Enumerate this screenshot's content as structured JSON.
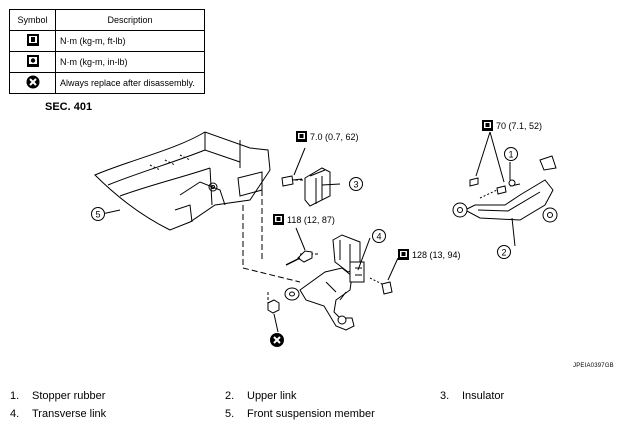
{
  "legend": {
    "header_symbol": "Symbol",
    "header_description": "Description",
    "rows": [
      {
        "icon": "torque-wrench-icon",
        "description": "N·m (kg-m, ft-lb)"
      },
      {
        "icon": "torque-wrench-inlb-icon",
        "description": "N·m (kg-m, in-lb)"
      },
      {
        "icon": "always-replace-icon",
        "description": "Always replace after disassembly."
      }
    ]
  },
  "section_label": "SEC. 401",
  "torque_labels": {
    "t1": "7.0 (0.7, 62)",
    "t2": "70 (7.1, 52)",
    "t3": "118 (12, 87)",
    "t4": "128 (13, 94)"
  },
  "callouts": [
    "1",
    "2",
    "3",
    "4",
    "5"
  ],
  "reference_code": "JPEIA0397GB",
  "parts": [
    {
      "num": "1.",
      "name": "Stopper rubber"
    },
    {
      "num": "2.",
      "name": "Upper link"
    },
    {
      "num": "3.",
      "name": "Insulator"
    },
    {
      "num": "4.",
      "name": "Transverse link"
    },
    {
      "num": "5.",
      "name": "Front suspension member"
    }
  ]
}
